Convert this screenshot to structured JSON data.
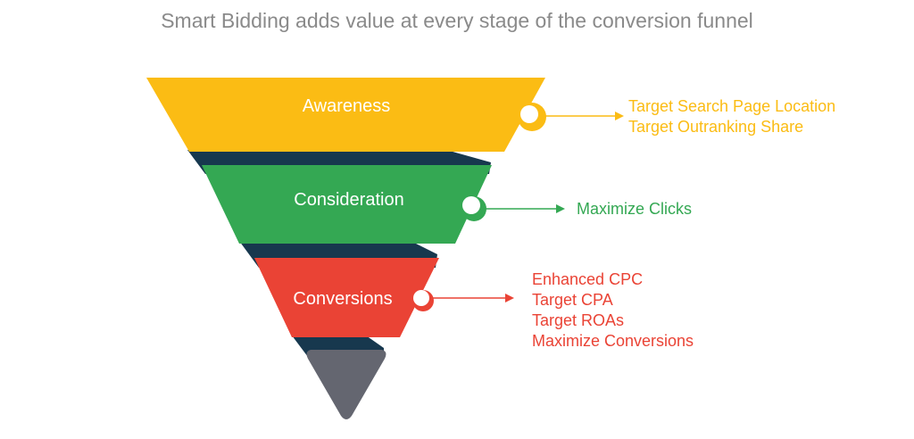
{
  "title": "Smart Bidding adds value at every stage of the conversion funnel",
  "colors": {
    "awareness": "#FBBC14",
    "consideration": "#34A853",
    "conversions": "#EA4335",
    "tip": "#646670",
    "band": "#17384E",
    "title": "#8a8a8a"
  },
  "stages": [
    {
      "label": "Awareness",
      "strategies": [
        "Target Search Page Location",
        "Target Outranking Share"
      ]
    },
    {
      "label": "Consideration",
      "strategies": [
        "Maximize Clicks"
      ]
    },
    {
      "label": "Conversions",
      "strategies": [
        "Enhanced CPC",
        "Target CPA",
        "Target ROAs",
        "Maximize Conversions"
      ]
    }
  ]
}
